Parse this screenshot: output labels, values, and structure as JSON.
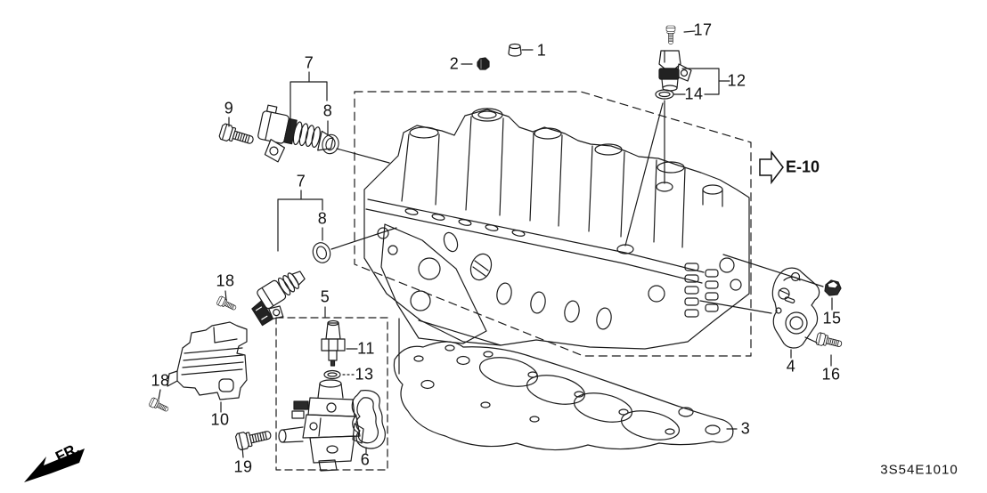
{
  "diagram": {
    "drawing_code": "3S54E1010",
    "front_marker": "FR.",
    "reference_link": "E-10",
    "callouts": [
      "1",
      "2",
      "17",
      "12",
      "14",
      "7",
      "8",
      "9",
      "7",
      "8",
      "18",
      "18",
      "10",
      "19",
      "5",
      "11",
      "13",
      "6",
      "3",
      "4",
      "15",
      "16"
    ]
  }
}
